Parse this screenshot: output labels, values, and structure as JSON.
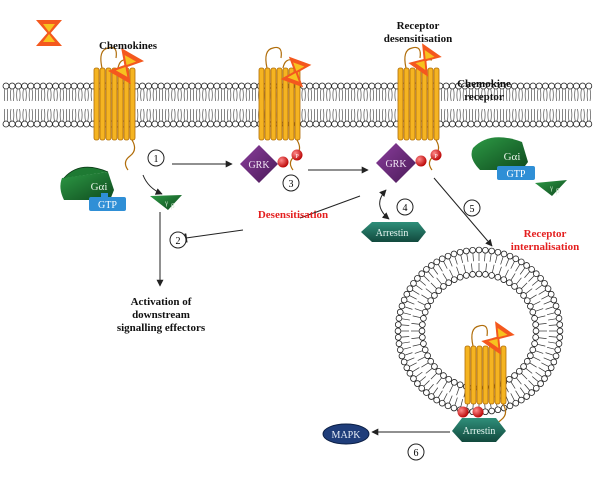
{
  "labels": {
    "chemokines": "Chemokines",
    "receptor_desensitisation": "Receptor\ndesensitisation",
    "chemokine_receptor": "Chemokine\nreceptor",
    "desensitisation": "Desensitisation",
    "receptor_internalisation": "Receptor\ninternalisation",
    "activation": "Activation of\ndownstream\nsignalling effectors"
  },
  "molecules": {
    "g_alpha_i": "Gαi",
    "gtp": "GTP",
    "grk": "GRK",
    "p": "P",
    "arrestin": "Arrestin",
    "mapk": "MAPK",
    "beta": "β",
    "gamma": "γ"
  },
  "steps": [
    "1",
    "2",
    "3",
    "4",
    "5",
    "6"
  ],
  "colors": {
    "red_text": "#e41f1f",
    "receptor": "#f5b421",
    "receptor_outline": "#b06d0a",
    "g_protein": "#1e6e2f",
    "gtp": "#2f8fd6",
    "grk": "#6b2a78",
    "arrestin": "#1e6b5c",
    "mapk": "#1f3d7a",
    "phosphate": "#e51919",
    "chemokine_outer": "#f4581e",
    "chemokine_inner": "#f7c21f"
  }
}
